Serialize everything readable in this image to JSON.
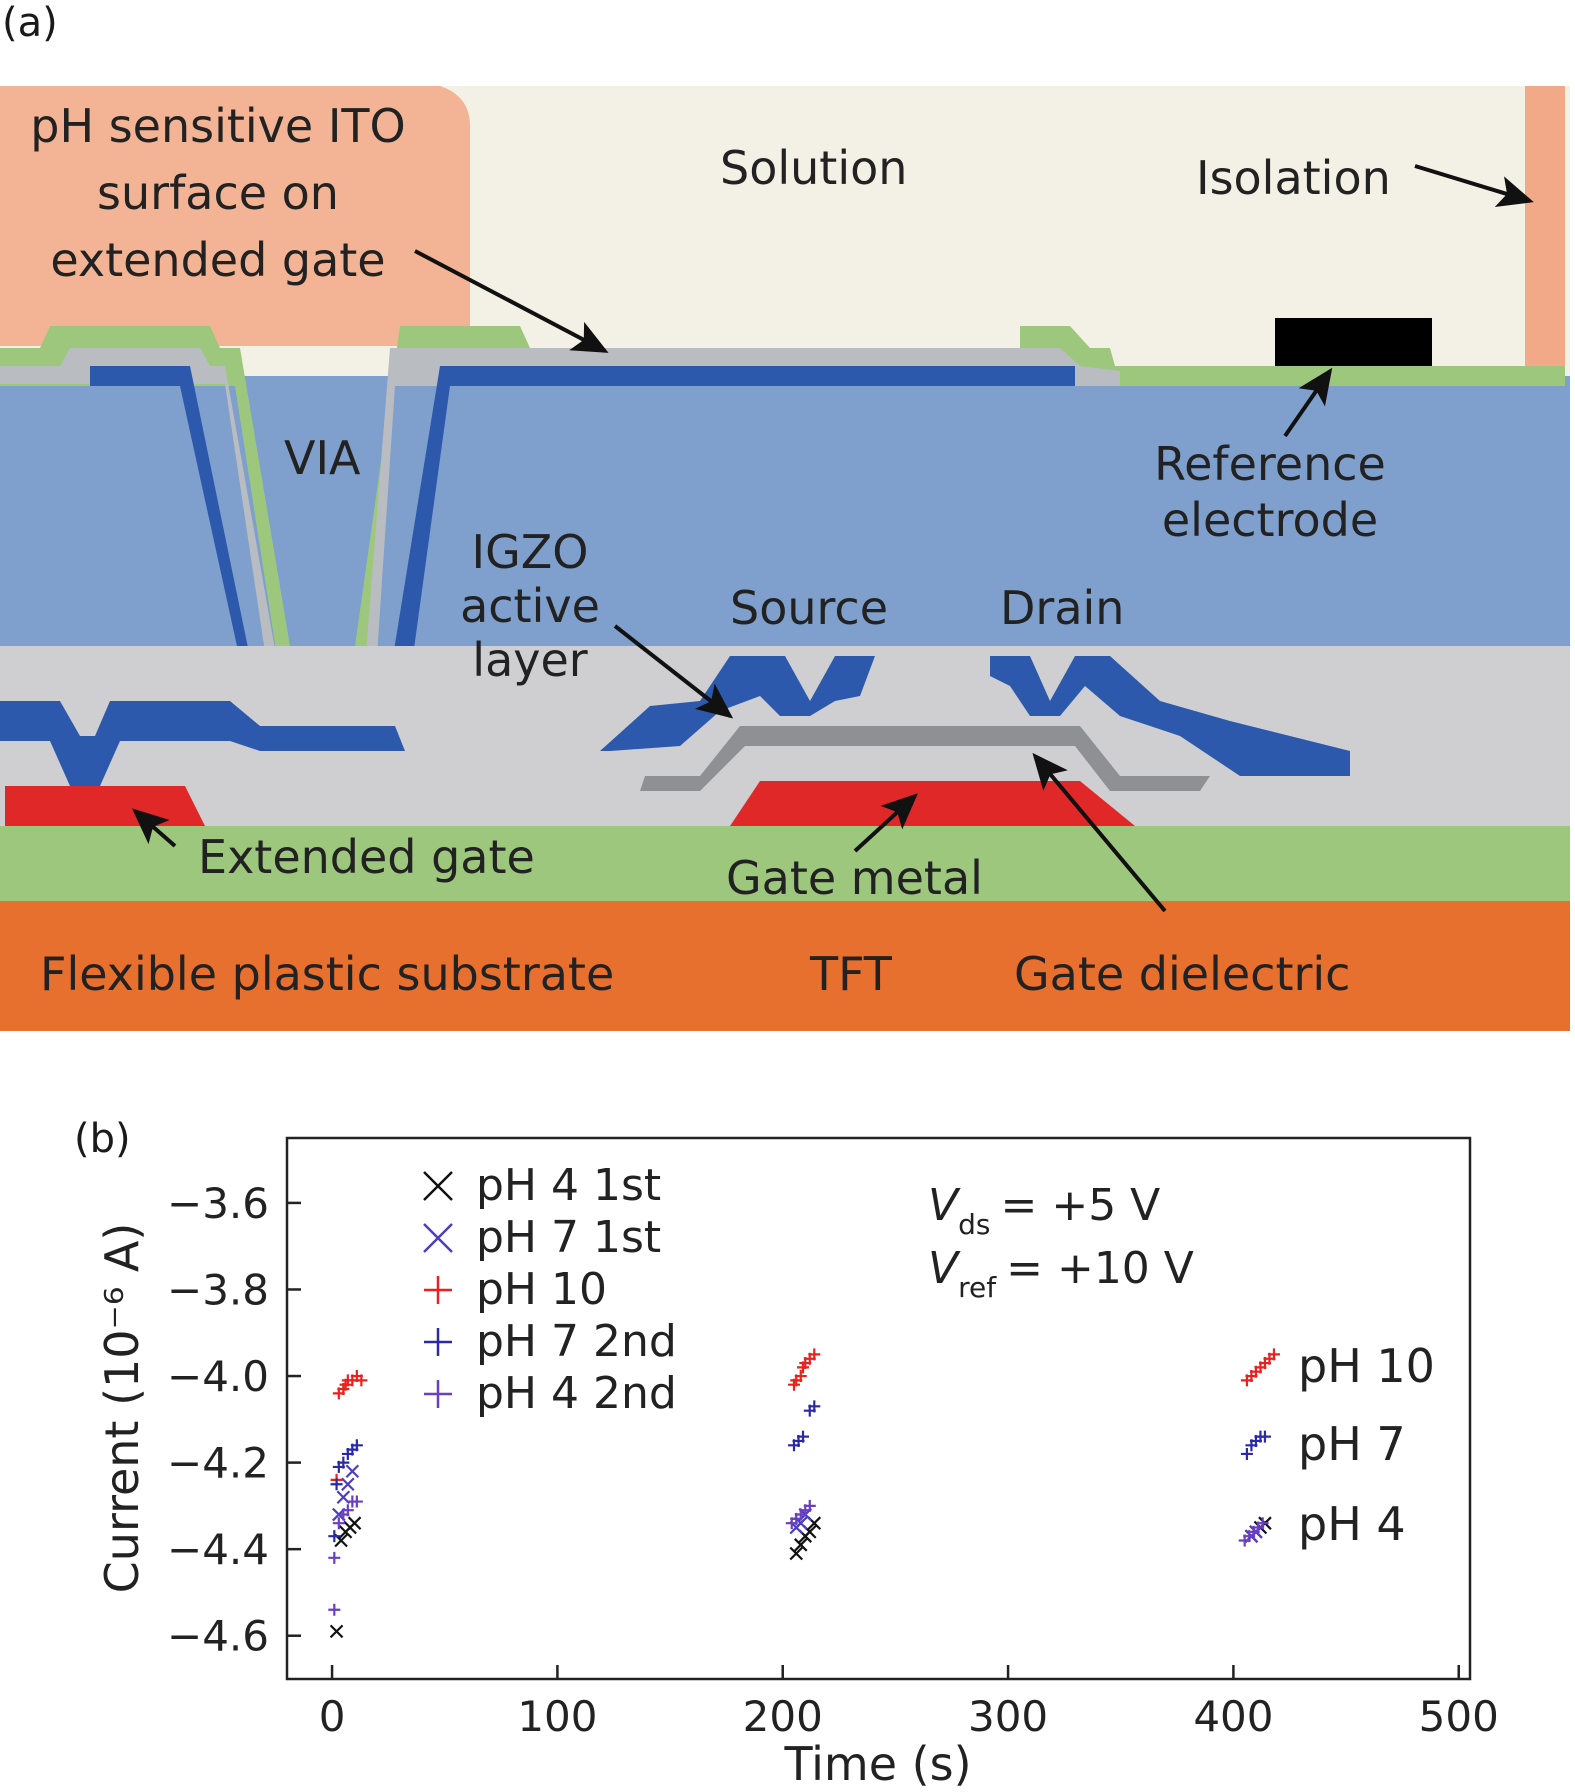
{
  "panel_a": {
    "panel_label": "(a)",
    "labels": {
      "ito": [
        "pH sensitive ITO",
        "surface on",
        "extended gate"
      ],
      "solution": "Solution",
      "isolation": "Isolation",
      "via": "VIA",
      "reference": [
        "Reference",
        "electrode"
      ],
      "igzo": [
        "IGZO",
        "active",
        "layer"
      ],
      "source": "Source",
      "drain": "Drain",
      "extended_gate": "Extended gate",
      "gate_metal": "Gate metal",
      "substrate": "Flexible plastic substrate",
      "tft": "TFT",
      "gate_dielectric": "Gate dielectric"
    },
    "colors": {
      "substrate": "#e8702f",
      "green_layer": "#9ec77e",
      "dielectric": "#cfcfd2",
      "passivation": "#7f9fcd",
      "metal_blue": "#2d59ad",
      "gate_red": "#e02828",
      "igzo_gray": "#8e9094",
      "ito_gray": "#b9bcc0",
      "solution": "#f3f1e6",
      "isolation": "#f1a988",
      "ref_electrode": "#000000"
    }
  },
  "panel_b": {
    "panel_label": "(b)",
    "xlabel": "Time (s)",
    "ylabel": "Current (10⁻⁶ A)",
    "xticks": [
      "0",
      "100",
      "200",
      "300",
      "400",
      "500"
    ],
    "yticks": [
      "−3.6",
      "−3.8",
      "−4.0",
      "−4.2",
      "−4.4",
      "−4.6"
    ],
    "legend": [
      {
        "marker": "x",
        "label": "pH 4 1st",
        "color": "#111111"
      },
      {
        "marker": "x",
        "label": "pH 7 1st",
        "color": "#4a3fc0"
      },
      {
        "marker": "+",
        "label": "pH 10",
        "color": "#e8231f"
      },
      {
        "marker": "+",
        "label": "pH 7 2nd",
        "color": "#2a2aa8"
      },
      {
        "marker": "+",
        "label": "pH 4 2nd",
        "color": "#6a3fc0"
      }
    ],
    "cond1_var": "V",
    "cond1_sub": "ds",
    "cond1_val": "= +5 V",
    "cond2_var": "V",
    "cond2_sub": "ref",
    "cond2_val": "= +10 V",
    "group_labels": [
      "pH 10",
      "pH 7",
      "pH 4"
    ]
  },
  "chart_data": {
    "type": "scatter",
    "xlabel": "Time (s)",
    "ylabel": "Current (10⁻⁶ A)",
    "xlim": [
      -20,
      505
    ],
    "ylim": [
      -4.7,
      -3.45
    ],
    "xticks": [
      0,
      100,
      200,
      300,
      400,
      500
    ],
    "yticks": [
      -3.6,
      -3.8,
      -4.0,
      -4.2,
      -4.4,
      -4.6
    ],
    "legend_position": "top-left",
    "series": [
      {
        "name": "pH 4 1st",
        "marker": "x",
        "color": "#111111",
        "points": [
          [
            2,
            -4.59
          ],
          [
            4,
            -4.38
          ],
          [
            6,
            -4.36
          ],
          [
            8,
            -4.35
          ],
          [
            10,
            -4.34
          ],
          [
            206,
            -4.41
          ],
          [
            208,
            -4.39
          ],
          [
            210,
            -4.37
          ],
          [
            212,
            -4.36
          ],
          [
            214,
            -4.34
          ],
          [
            408,
            -4.37
          ],
          [
            410,
            -4.36
          ],
          [
            412,
            -4.35
          ],
          [
            414,
            -4.34
          ]
        ]
      },
      {
        "name": "pH 7 1st",
        "marker": "x",
        "color": "#4a3fc0",
        "points": [
          [
            3,
            -4.32
          ],
          [
            5,
            -4.28
          ],
          [
            7,
            -4.25
          ],
          [
            9,
            -4.22
          ],
          [
            206,
            -4.35
          ],
          [
            208,
            -4.34
          ],
          [
            210,
            -4.32
          ],
          [
            408,
            -4.37
          ],
          [
            410,
            -4.36
          ]
        ]
      },
      {
        "name": "pH 10",
        "marker": "+",
        "color": "#e8231f",
        "points": [
          [
            2,
            -4.24
          ],
          [
            3,
            -4.04
          ],
          [
            5,
            -4.03
          ],
          [
            6,
            -4.02
          ],
          [
            7,
            -4.01
          ],
          [
            9,
            -4.01
          ],
          [
            11,
            -4.0
          ],
          [
            13,
            -4.01
          ],
          [
            205,
            -4.02
          ],
          [
            206,
            -4.01
          ],
          [
            208,
            -4.0
          ],
          [
            209,
            -3.98
          ],
          [
            210,
            -3.97
          ],
          [
            212,
            -3.96
          ],
          [
            214,
            -3.95
          ],
          [
            406,
            -4.01
          ],
          [
            408,
            -4.0
          ],
          [
            410,
            -3.99
          ],
          [
            412,
            -3.98
          ],
          [
            414,
            -3.97
          ],
          [
            416,
            -3.96
          ],
          [
            418,
            -3.95
          ]
        ]
      },
      {
        "name": "pH 7 2nd",
        "marker": "+",
        "color": "#2a2aa8",
        "points": [
          [
            1,
            -4.37
          ],
          [
            2,
            -4.25
          ],
          [
            3,
            -4.21
          ],
          [
            5,
            -4.2
          ],
          [
            7,
            -4.18
          ],
          [
            9,
            -4.17
          ],
          [
            11,
            -4.16
          ],
          [
            205,
            -4.16
          ],
          [
            207,
            -4.15
          ],
          [
            209,
            -4.14
          ],
          [
            212,
            -4.08
          ],
          [
            214,
            -4.07
          ],
          [
            406,
            -4.18
          ],
          [
            408,
            -4.16
          ],
          [
            410,
            -4.15
          ],
          [
            412,
            -4.14
          ],
          [
            414,
            -4.14
          ]
        ]
      },
      {
        "name": "pH 4 2nd",
        "marker": "+",
        "color": "#6a3fc0",
        "points": [
          [
            1,
            -4.54
          ],
          [
            1,
            -4.42
          ],
          [
            3,
            -4.34
          ],
          [
            5,
            -4.32
          ],
          [
            7,
            -4.31
          ],
          [
            9,
            -4.29
          ],
          [
            11,
            -4.29
          ],
          [
            204,
            -4.34
          ],
          [
            206,
            -4.33
          ],
          [
            208,
            -4.32
          ],
          [
            210,
            -4.31
          ],
          [
            212,
            -4.3
          ],
          [
            405,
            -4.38
          ],
          [
            407,
            -4.37
          ],
          [
            409,
            -4.36
          ],
          [
            411,
            -4.35
          ],
          [
            413,
            -4.34
          ]
        ]
      }
    ]
  }
}
